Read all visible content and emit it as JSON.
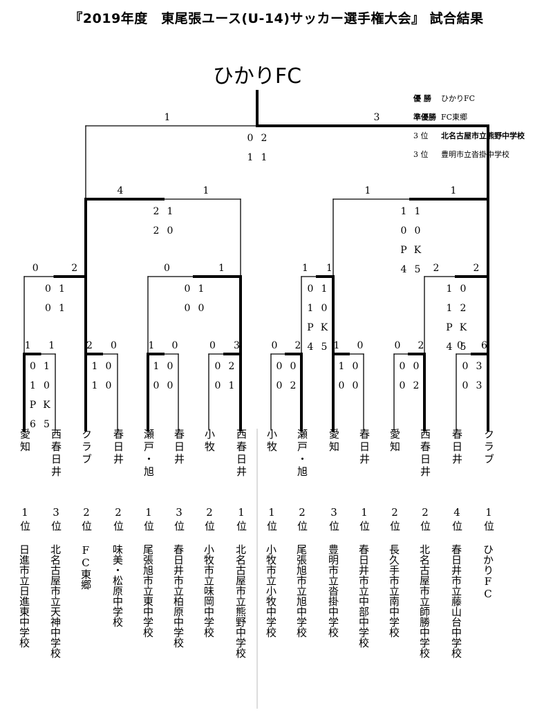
{
  "title": "『2019年度　東尾張ユース(U-14)サッカー選手権大会』 試合結果",
  "champion": "ひかりFC",
  "results": [
    {
      "label": "優 勝",
      "team": "ひかりFC"
    },
    {
      "label": "準優勝",
      "team": "FC東郷"
    },
    {
      "label": "3 位",
      "team": "北名古屋市立熊野中学校"
    },
    {
      "label": "3 位",
      "team": "豊明市立沓掛中学校"
    }
  ],
  "teams": [
    {
      "short": "愛知",
      "rank": "1位",
      "school": "日進市立日進東中学校"
    },
    {
      "short": "西春日井",
      "rank": "3位",
      "school": "北名古屋市立天神中学校"
    },
    {
      "short": "クラブ",
      "rank": "2位",
      "school": "FC東郷"
    },
    {
      "short": "春日井",
      "rank": "2位",
      "school": "味美・松原中学校"
    },
    {
      "short": "瀬戸・旭",
      "rank": "1位",
      "school": "尾張旭市立東中学校"
    },
    {
      "short": "春日井",
      "rank": "3位",
      "school": "春日井市立柏原中学校"
    },
    {
      "short": "小牧",
      "rank": "2位",
      "school": "小牧市立味岡中学校"
    },
    {
      "short": "西春日井",
      "rank": "1位",
      "school": "北名古屋市立熊野中学校"
    },
    {
      "short": "小牧",
      "rank": "1位",
      "school": "小牧市立小牧中学校"
    },
    {
      "short": "瀬戸・旭",
      "rank": "2位",
      "school": "尾張旭市立旭中学校"
    },
    {
      "short": "愛知",
      "rank": "3位",
      "school": "豊明市立沓掛中学校"
    },
    {
      "short": "春日井",
      "rank": "1位",
      "school": "春日井市立中部中学校"
    },
    {
      "short": "愛知",
      "rank": "2位",
      "school": "長久手市立南中学校"
    },
    {
      "short": "西春日井",
      "rank": "2位",
      "school": "北名古屋市立師勝中学校"
    },
    {
      "short": "春日井",
      "rank": "4位",
      "school": "春日井市立藤山台中学校"
    },
    {
      "short": "クラブ",
      "rank": "1位",
      "school": "ひかりFC"
    }
  ],
  "matches": [
    {
      "id": "r1m1",
      "left_team": 0,
      "right_team": 1,
      "left_score": "1",
      "right_score": "1",
      "halves": [
        [
          "0",
          "1"
        ],
        [
          "1",
          "0"
        ],
        [
          "P",
          "K"
        ],
        [
          "6",
          "5"
        ]
      ],
      "winner": "left"
    },
    {
      "id": "r1m2",
      "left_team": 2,
      "right_team": 3,
      "left_score": "2",
      "right_score": "0",
      "halves": [
        [
          "1",
          "0"
        ],
        [
          "1",
          "0"
        ]
      ],
      "winner": "left"
    },
    {
      "id": "r1m3",
      "left_team": 4,
      "right_team": 5,
      "left_score": "1",
      "right_score": "0",
      "halves": [
        [
          "1",
          "0"
        ],
        [
          "0",
          "0"
        ]
      ],
      "winner": "left"
    },
    {
      "id": "r1m4",
      "left_team": 6,
      "right_team": 7,
      "left_score": "0",
      "right_score": "3",
      "halves": [
        [
          "0",
          "2"
        ],
        [
          "0",
          "1"
        ]
      ],
      "winner": "right"
    },
    {
      "id": "r1m5",
      "left_team": 8,
      "right_team": 9,
      "left_score": "0",
      "right_score": "2",
      "halves": [
        [
          "0",
          "0"
        ],
        [
          "0",
          "2"
        ]
      ],
      "winner": "right"
    },
    {
      "id": "r1m6",
      "left_team": 10,
      "right_team": 11,
      "left_score": "1",
      "right_score": "0",
      "halves": [
        [
          "1",
          "0"
        ],
        [
          "0",
          "0"
        ]
      ],
      "winner": "left"
    },
    {
      "id": "r1m7",
      "left_team": 12,
      "right_team": 13,
      "left_score": "0",
      "right_score": "2",
      "halves": [
        [
          "0",
          "0"
        ],
        [
          "0",
          "2"
        ]
      ],
      "winner": "right"
    },
    {
      "id": "r1m8",
      "left_team": 14,
      "right_team": 15,
      "left_score": "0",
      "right_score": "6",
      "halves": [
        [
          "0",
          "3"
        ],
        [
          "0",
          "3"
        ]
      ],
      "winner": "right"
    },
    {
      "id": "qf1",
      "left_score": "0",
      "right_score": "2",
      "halves": [
        [
          "0",
          "1"
        ],
        [
          "0",
          "1"
        ]
      ],
      "winner": "right"
    },
    {
      "id": "qf2",
      "left_score": "0",
      "right_score": "1",
      "halves": [
        [
          "0",
          "1"
        ],
        [
          "0",
          "0"
        ]
      ],
      "winner": "right"
    },
    {
      "id": "qf3",
      "left_score": "1",
      "right_score": "1",
      "halves": [
        [
          "0",
          "1"
        ],
        [
          "1",
          "0"
        ],
        [
          "P",
          "K"
        ],
        [
          "4",
          "5"
        ]
      ],
      "winner": "right"
    },
    {
      "id": "qf4",
      "left_score": "2",
      "right_score": "2",
      "halves": [
        [
          "1",
          "0"
        ],
        [
          "1",
          "2"
        ],
        [
          "P",
          "K"
        ],
        [
          "4",
          "5"
        ]
      ],
      "winner": "right"
    },
    {
      "id": "sf1",
      "left_score": "4",
      "right_score": "1",
      "halves": [
        [
          "2",
          "1"
        ],
        [
          "2",
          "0"
        ]
      ],
      "winner": "left"
    },
    {
      "id": "sf2",
      "left_score": "1",
      "right_score": "1",
      "halves": [
        [
          "1",
          "1"
        ],
        [
          "0",
          "0"
        ],
        [
          "P",
          "K"
        ],
        [
          "4",
          "5"
        ]
      ],
      "winner": "right"
    },
    {
      "id": "final",
      "left_score": "1",
      "right_score": "3",
      "halves": [
        [
          "0",
          "2"
        ],
        [
          "1",
          "1"
        ]
      ],
      "winner": "right"
    }
  ]
}
